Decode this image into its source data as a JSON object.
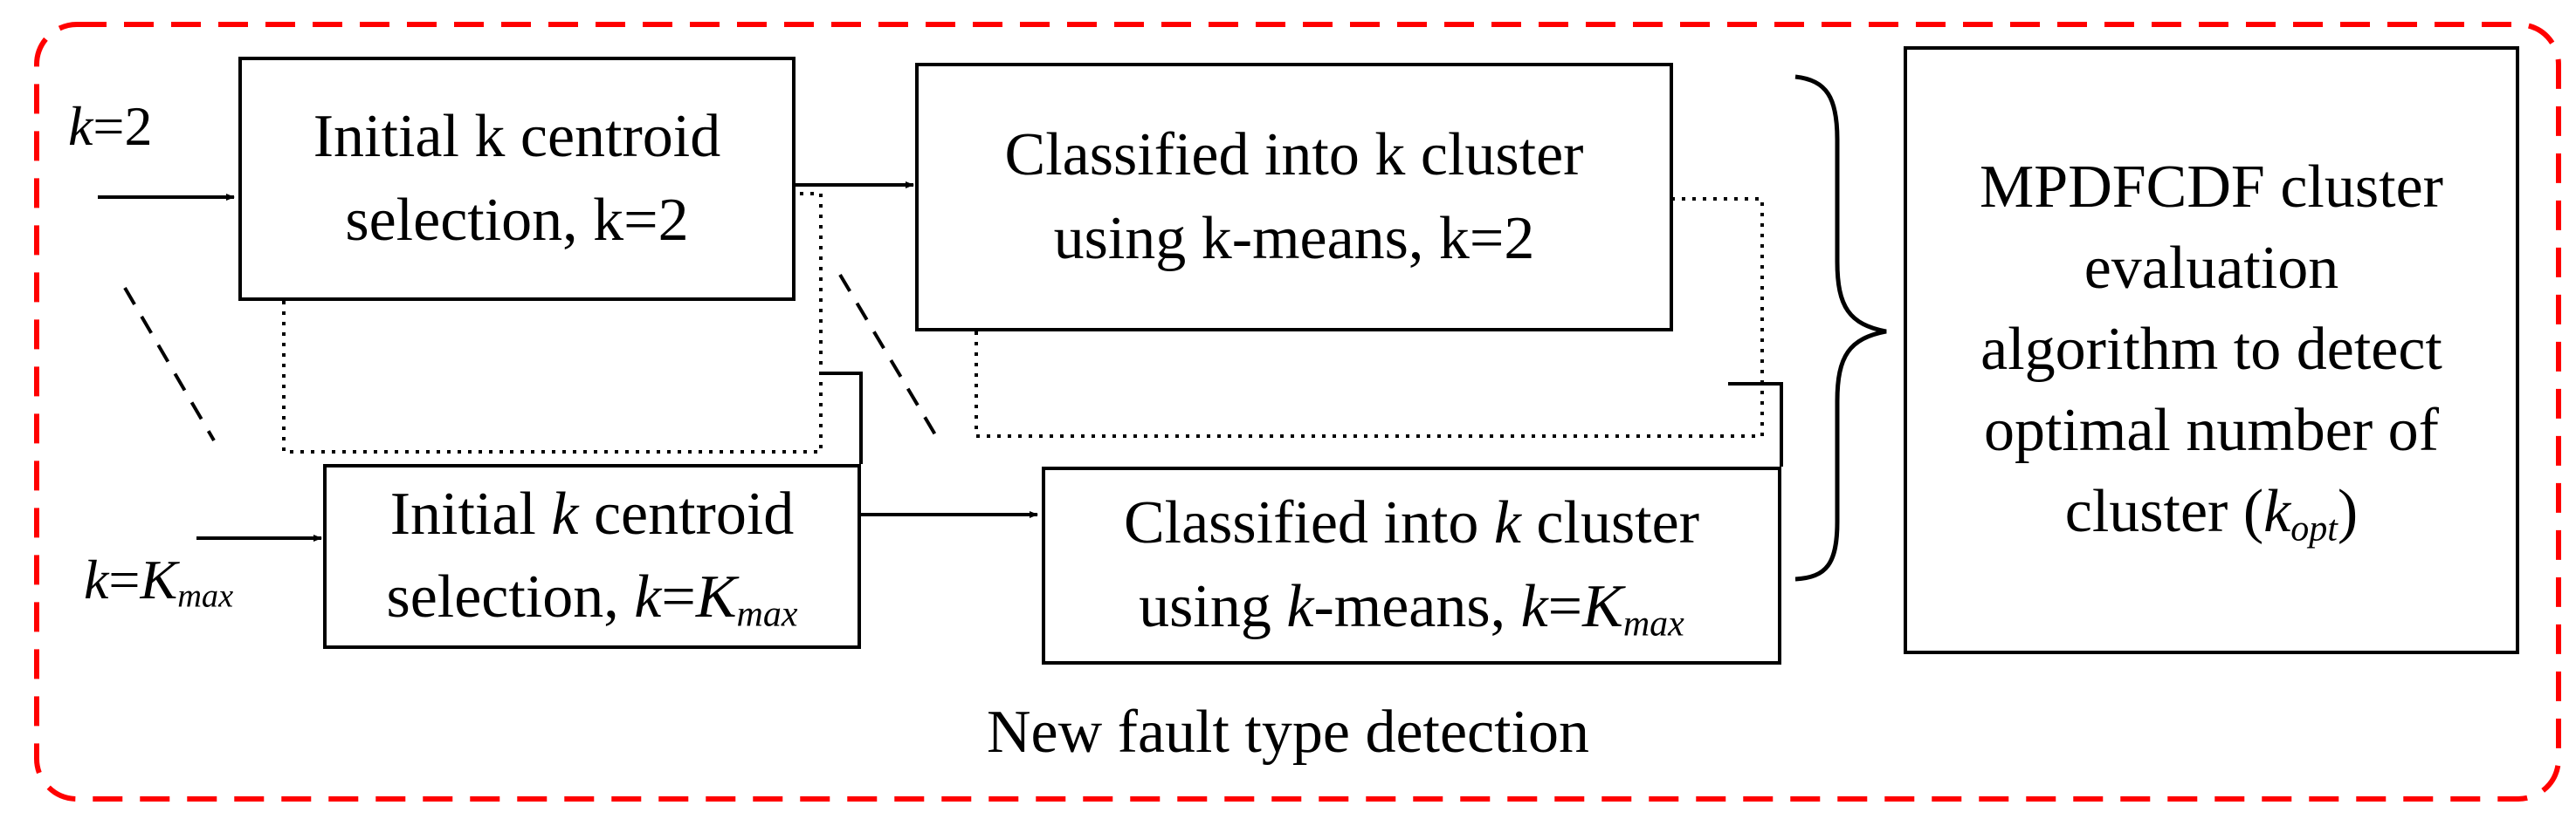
{
  "container": {
    "label": "New fault type detection",
    "border_color": "#ff0000"
  },
  "inputs": {
    "top_var": "k",
    "top_value": "=2",
    "bottom_var": "k",
    "bottom_eq": "=",
    "bottom_K": "K",
    "bottom_sub": "max"
  },
  "boxes": {
    "init_k2": {
      "line1": "Initial k centroid",
      "line2": "selection, k=2"
    },
    "classify_k2": {
      "line1": "Classified into k cluster",
      "line2": "using k-means, k=2"
    },
    "init_kmax": {
      "line1_a": "Initial ",
      "k": "k",
      "line1_b": " centroid",
      "line2_a": "selection, ",
      "eq": "=",
      "K": "K",
      "sub": "max"
    },
    "classify_kmax": {
      "line1_a": "Classified into ",
      "k": "k",
      "line1_b": " cluster",
      "line2_a": "using ",
      "line2_b": "-means, ",
      "eq": "=",
      "K": "K",
      "sub": "max"
    },
    "evaluation": {
      "lines": [
        "MPDFCDF cluster",
        "evaluation",
        "algorithm to detect",
        "optimal number of"
      ],
      "last_a": "cluster (",
      "k": "k",
      "sub": "opt",
      "last_b": ")"
    }
  }
}
